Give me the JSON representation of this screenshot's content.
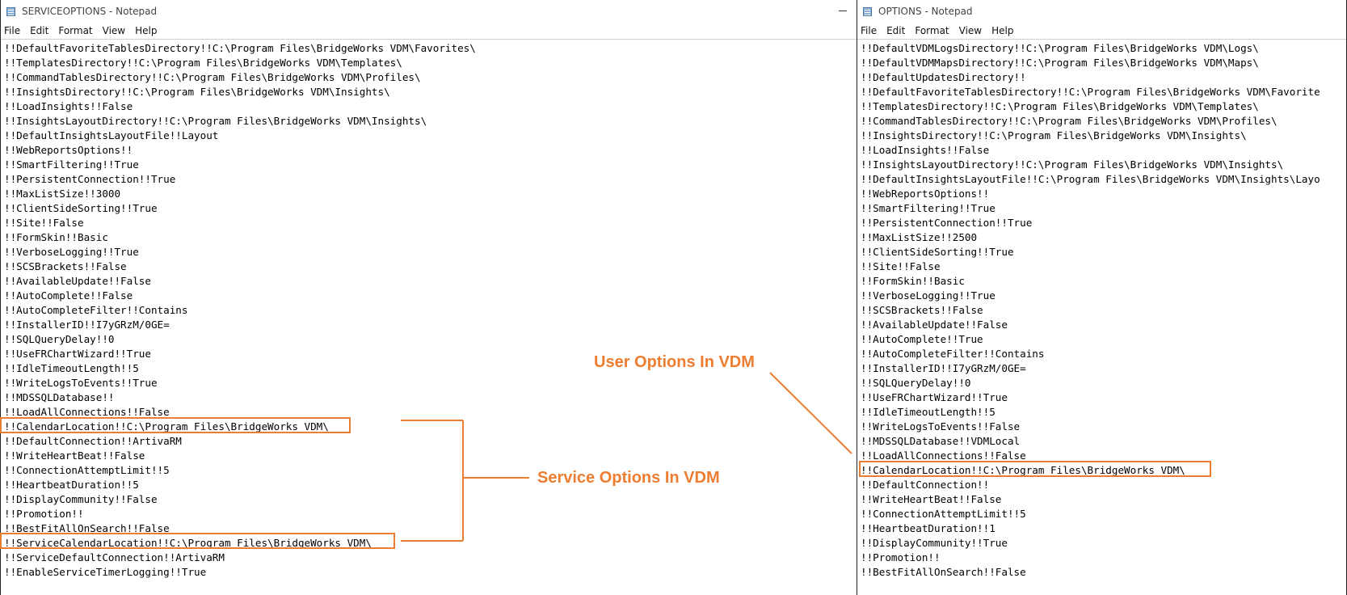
{
  "left_window": {
    "title": "SERVICEOPTIONS - Notepad",
    "menu": [
      "File",
      "Edit",
      "Format",
      "View",
      "Help"
    ],
    "lines": [
      "!!DefaultFavoriteTablesDirectory!!C:\\Program Files\\BridgeWorks VDM\\Favorites\\",
      "!!TemplatesDirectory!!C:\\Program Files\\BridgeWorks VDM\\Templates\\",
      "!!CommandTablesDirectory!!C:\\Program Files\\BridgeWorks VDM\\Profiles\\",
      "!!InsightsDirectory!!C:\\Program Files\\BridgeWorks VDM\\Insights\\",
      "!!LoadInsights!!False",
      "!!InsightsLayoutDirectory!!C:\\Program Files\\BridgeWorks VDM\\Insights\\",
      "!!DefaultInsightsLayoutFile!!Layout",
      "!!WebReportsOptions!!",
      "!!SmartFiltering!!True",
      "!!PersistentConnection!!True",
      "!!MaxListSize!!3000",
      "!!ClientSideSorting!!True",
      "!!Site!!False",
      "!!FormSkin!!Basic",
      "!!VerboseLogging!!True",
      "!!SCSBrackets!!False",
      "!!AvailableUpdate!!False",
      "!!AutoComplete!!False",
      "!!AutoCompleteFilter!!Contains",
      "!!InstallerID!!I7yGRzM/0GE=",
      "!!SQLQueryDelay!!0",
      "!!UseFRChartWizard!!True",
      "!!IdleTimeoutLength!!5",
      "!!WriteLogsToEvents!!True",
      "!!MDSSQLDatabase!!",
      "!!LoadAllConnections!!False",
      "!!CalendarLocation!!C:\\Program Files\\BridgeWorks VDM\\",
      "!!DefaultConnection!!ArtivaRM",
      "!!WriteHeartBeat!!False",
      "!!ConnectionAttemptLimit!!5",
      "!!HeartbeatDuration!!5",
      "!!DisplayCommunity!!False",
      "!!Promotion!!",
      "!!BestFitAllOnSearch!!False",
      "!!ServiceCalendarLocation!!C:\\Program Files\\BridgeWorks VDM\\",
      "!!ServiceDefaultConnection!!ArtivaRM",
      "!!EnableServiceTimerLogging!!True"
    ]
  },
  "right_window": {
    "title": "OPTIONS - Notepad",
    "menu": [
      "File",
      "Edit",
      "Format",
      "View",
      "Help"
    ],
    "lines": [
      "!!DefaultVDMLogsDirectory!!C:\\Program Files\\BridgeWorks VDM\\Logs\\",
      "!!DefaultVDMMapsDirectory!!C:\\Program Files\\BridgeWorks VDM\\Maps\\",
      "!!DefaultUpdatesDirectory!!",
      "!!DefaultFavoriteTablesDirectory!!C:\\Program Files\\BridgeWorks VDM\\Favorite",
      "!!TemplatesDirectory!!C:\\Program Files\\BridgeWorks VDM\\Templates\\",
      "!!CommandTablesDirectory!!C:\\Program Files\\BridgeWorks VDM\\Profiles\\",
      "!!InsightsDirectory!!C:\\Program Files\\BridgeWorks VDM\\Insights\\",
      "!!LoadInsights!!False",
      "!!InsightsLayoutDirectory!!C:\\Program Files\\BridgeWorks VDM\\Insights\\",
      "!!DefaultInsightsLayoutFile!!C:\\Program Files\\BridgeWorks VDM\\Insights\\Layo",
      "!!WebReportsOptions!!",
      "!!SmartFiltering!!True",
      "!!PersistentConnection!!True",
      "!!MaxListSize!!2500",
      "!!ClientSideSorting!!True",
      "!!Site!!False",
      "!!FormSkin!!Basic",
      "!!VerboseLogging!!True",
      "!!SCSBrackets!!False",
      "!!AvailableUpdate!!False",
      "!!AutoComplete!!True",
      "!!AutoCompleteFilter!!Contains",
      "!!InstallerID!!I7yGRzM/0GE=",
      "!!SQLQueryDelay!!0",
      "!!UseFRChartWizard!!True",
      "!!IdleTimeoutLength!!5",
      "!!WriteLogsToEvents!!False",
      "!!MDSSQLDatabase!!VDMLocal",
      "!!LoadAllConnections!!False",
      "!!CalendarLocation!!C:\\Program Files\\BridgeWorks VDM\\",
      "!!DefaultConnection!!",
      "!!WriteHeartBeat!!False",
      "!!ConnectionAttemptLimit!!5",
      "!!HeartbeatDuration!!1",
      "!!DisplayCommunity!!True",
      "!!Promotion!!",
      "!!BestFitAllOnSearch!!False"
    ]
  },
  "annotations": {
    "service_label": "Service Options In VDM",
    "user_label": "User Options In VDM",
    "color": "#ed7d31"
  }
}
